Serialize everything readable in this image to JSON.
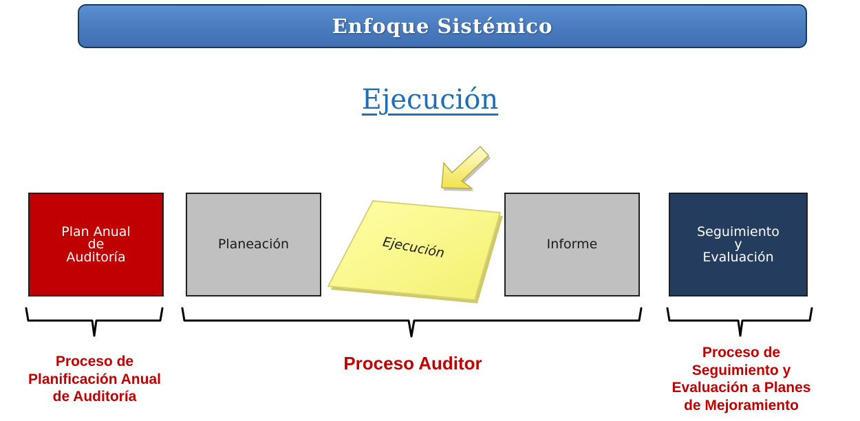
{
  "banner": {
    "title": "Enfoque Sistémico"
  },
  "heading": "Ejecución",
  "boxes": {
    "plan": "Plan Anual\nde\nAuditoría",
    "planeacion": "Planeación",
    "ejecucion": "Ejecución",
    "informe": "Informe",
    "seguimiento": "Seguimiento\ny\nEvaluación"
  },
  "captions": {
    "planificacion": "Proceso de\nPlanificación Anual\nde Auditoría",
    "auditor": "Proceso Auditor",
    "seguimiento": "Proceso de\nSeguimiento y\nEvaluación a Planes\nde Mejoramiento"
  },
  "colors": {
    "banner": "#4a7cbf",
    "plan_box": "#c00000",
    "grey_box": "#c0c0c0",
    "ejecucion_note": "#ffff88",
    "seguimiento_box": "#243d5e",
    "caption_text": "#c00000",
    "heading_text": "#1f6fb8"
  },
  "icons": {
    "pointer": "arrow-down-left-icon"
  }
}
